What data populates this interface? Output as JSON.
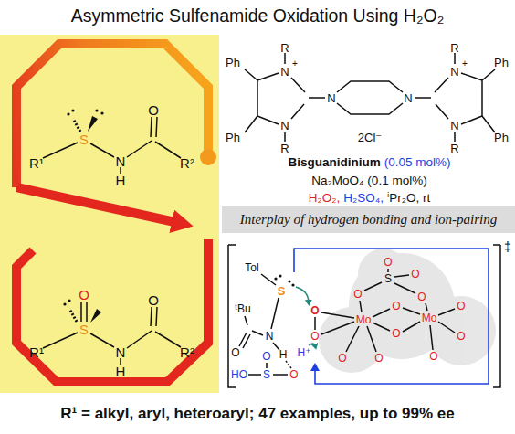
{
  "diagram": {
    "title": "Asymmetric Sulfenamide Oxidation Using H₂O₂",
    "nodes": [
      {
        "text": [
          "Interplay of hydrogen bonding and ion-pairing"
        ]
      }
    ],
    "labels": [
      "R¹",
      "S",
      "N",
      "H",
      "O",
      "R²",
      "R¹",
      "S",
      "O",
      "N",
      "H",
      "O",
      "R²",
      "R",
      "N",
      "+",
      "N",
      "R",
      "Ph",
      "Ph",
      "N",
      "N",
      "R",
      "N",
      "+",
      "N",
      "R",
      "Ph",
      "Ph",
      "2Cl⁻",
      "Bisguanidinium",
      "(0.05 mol%)",
      "Na₂MoO₄ (0.1 mol%)",
      "H₂O₂,",
      "H₂SO₄,",
      "ⁱPr₂O, rt",
      "Tol",
      "S",
      "ᵗBu",
      "O",
      "N",
      "H",
      "O",
      "O",
      "Mo",
      "Mo",
      "O",
      "S",
      "O",
      "O",
      "O",
      "O",
      "O",
      "O",
      "O",
      "O",
      "O",
      "O",
      "H⁺",
      "HO",
      "S",
      "O",
      "O",
      "‡",
      "R¹ = alkyl, aryl, heteroaryl; 47 examples, up to 99% ee"
    ]
  }
}
